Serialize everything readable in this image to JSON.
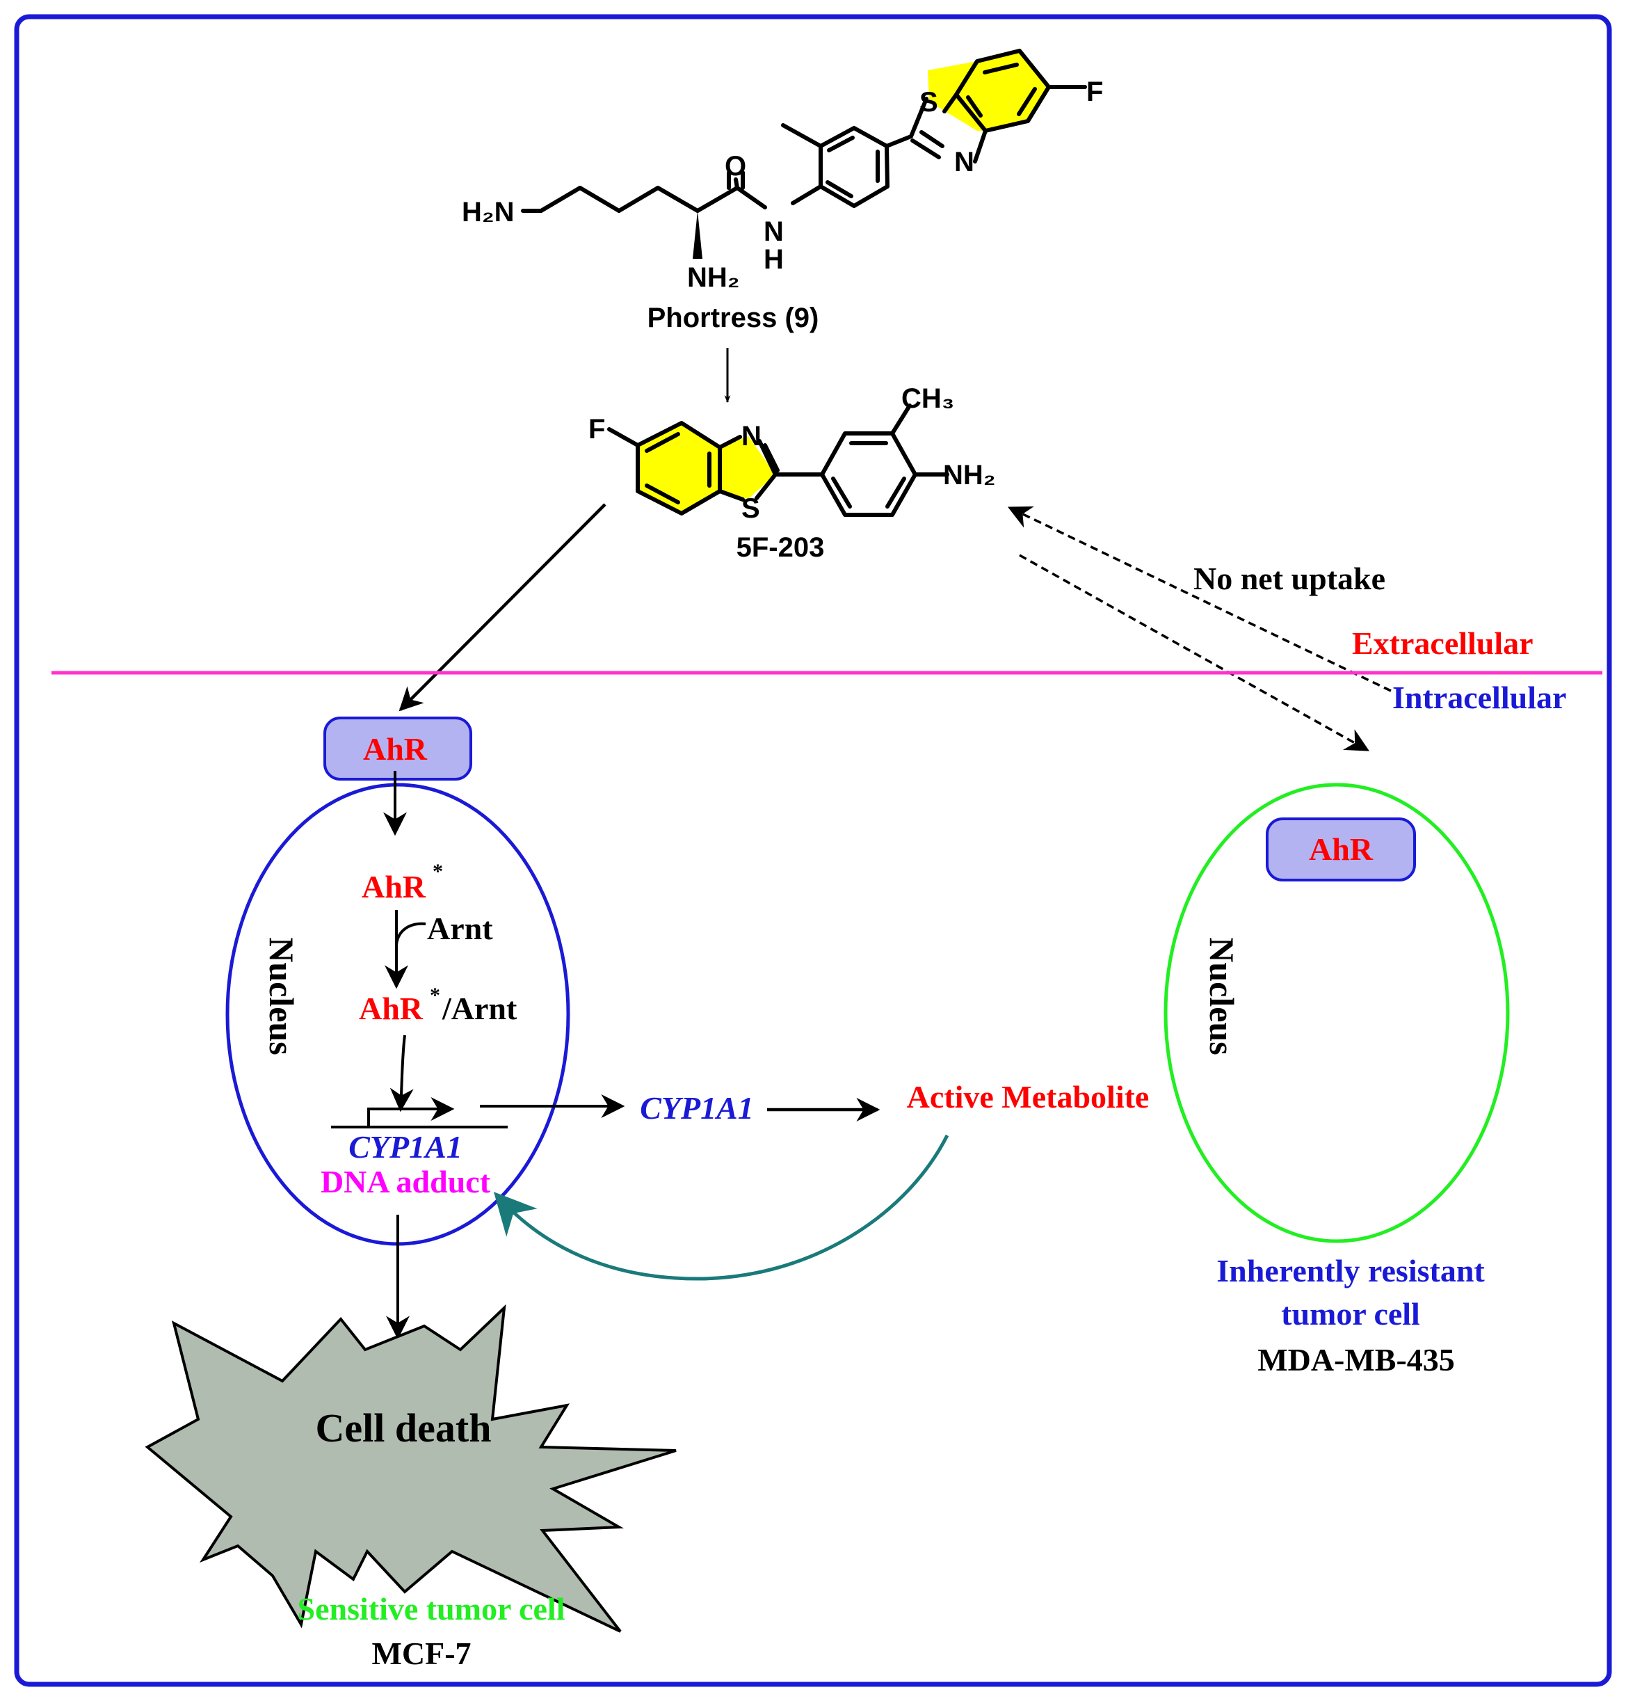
{
  "molecules": {
    "phortress": {
      "name": "Phortress (9)",
      "atoms": {
        "h2n": "H₂N",
        "o": "O",
        "n_amide": "N",
        "h_amide": "H",
        "nh2": "NH₂",
        "s": "S",
        "n_ring": "N",
        "f": "F"
      }
    },
    "f203": {
      "name": "5F-203",
      "atoms": {
        "f": "F",
        "n_ring": "N",
        "s": "S",
        "ch3": "CH₃",
        "nh2": "NH₂"
      }
    }
  },
  "regions": {
    "extracellular": "Extracellular",
    "intracellular": "Intracellular"
  },
  "uptake_label": "No net uptake",
  "sensitive_cell": {
    "ahr_box": "AhR",
    "nucleus": "Nucleus",
    "ahr_star": "AhR",
    "star": "*",
    "arnt": "Arnt",
    "complex_ahr": "AhR",
    "complex_star": "*",
    "complex_arnt": "/Arnt",
    "gene": "CYP1A1",
    "dna_adduct": "DNA adduct",
    "cell_death": "Cell death",
    "label": "Sensitive tumor cell",
    "line": "MCF-7"
  },
  "pathway": {
    "enzyme": "CYP1A1",
    "metabolite": "Active Metabolite"
  },
  "resistant_cell": {
    "ahr_box": "AhR",
    "nucleus": "Nucleus",
    "label_line1": "Inherently resistant",
    "label_line2": "tumor cell",
    "line": "MDA-MB-435"
  },
  "colors": {
    "frame": "#1a1ad6",
    "membrane": "#ff33cc",
    "red": "#ff0000",
    "blue": "#1a1ad6",
    "magenta": "#ff00ff",
    "green": "#22ee22",
    "teal": "#1a7a7a",
    "ahr_fill": "#b3b3f2",
    "star_fill": "#b0bcb0",
    "ring_yellow": "#ffff00"
  }
}
